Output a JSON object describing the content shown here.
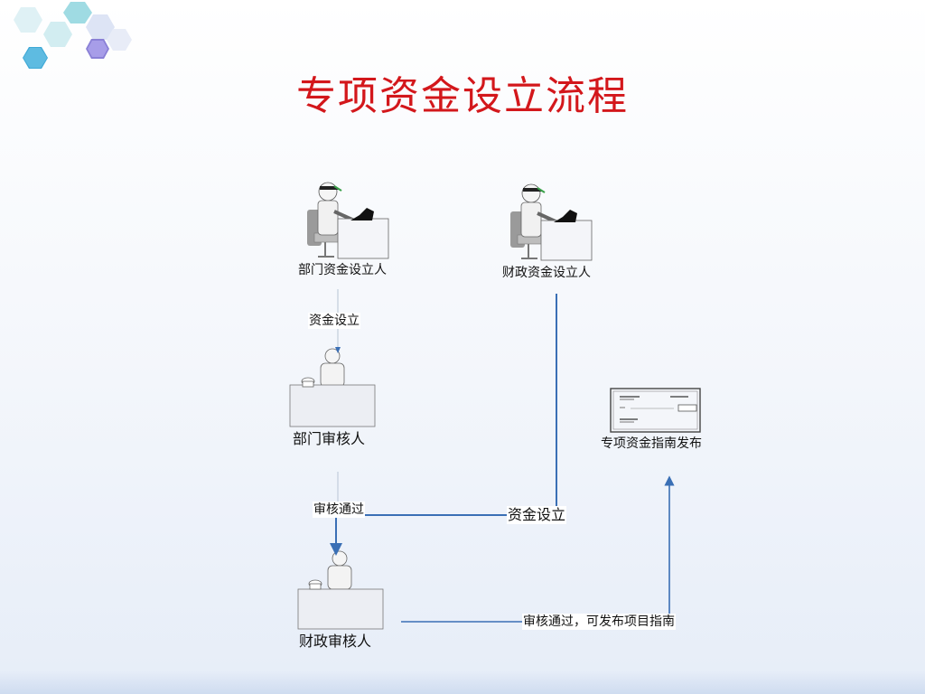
{
  "title": "专项资金设立流程",
  "colors": {
    "title": "#d3171b",
    "arrow": "#3a6fb5",
    "faint_line": "#c9d3e0"
  },
  "nodes": {
    "dept_creator": {
      "label": "部门资金设立人",
      "icon": "person-at-computer-icon"
    },
    "finance_creator": {
      "label": "财政资金设立人",
      "icon": "person-at-computer-icon"
    },
    "dept_reviewer": {
      "label": "部门审核人",
      "icon": "person-at-desk-icon"
    },
    "finance_reviewer": {
      "label": "财政审核人",
      "icon": "person-at-desk-icon"
    },
    "guide_publish": {
      "label": "专项资金指南发布",
      "icon": "document-form-icon"
    }
  },
  "edges": {
    "e1": "资金设立",
    "e2": "审核通过",
    "e3": "资金设立",
    "e4": "审核通过，可发布项目指南"
  }
}
